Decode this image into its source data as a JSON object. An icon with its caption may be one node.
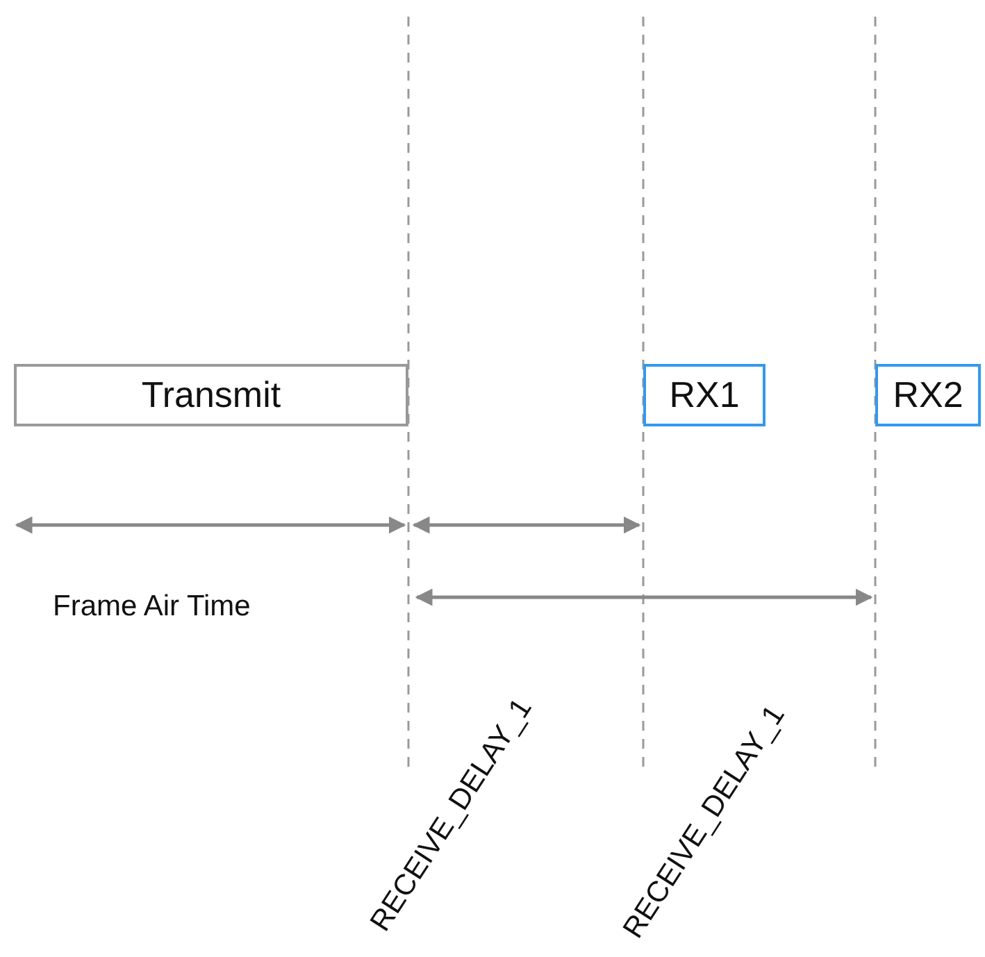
{
  "diagram": {
    "nodes": [
      {
        "text": [
          "Transmit"
        ]
      },
      {
        "text": [
          "RX1"
        ]
      },
      {
        "text": [
          "RX2"
        ]
      }
    ],
    "labels": [
      "Frame Air Time",
      "RECEIVE_DELAY_1",
      "RECEIVE_DELAY_1"
    ]
  }
}
